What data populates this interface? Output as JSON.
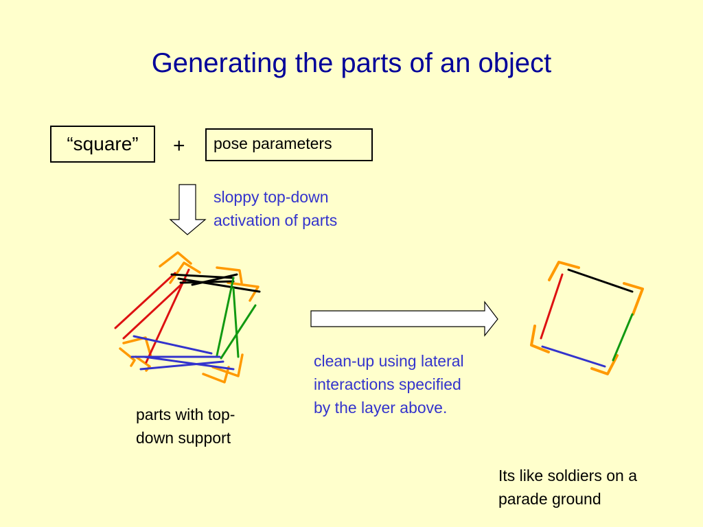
{
  "title": "Generating the parts of an object",
  "square_label": "“square”",
  "plus_sign": "+",
  "pose_label": "pose parameters",
  "sloppy_text": [
    "sloppy  top-down",
    "activation of parts"
  ],
  "cleanup_text": [
    "clean-up using lateral",
    "interactions specified",
    "by the layer above."
  ],
  "parts_text": [
    "parts with top-",
    "down support"
  ],
  "soldiers_text": [
    "Its like soldiers on a",
    "parade ground"
  ],
  "colors": {
    "background": "#FFFFCC",
    "title": "#000099",
    "annotation": "#3333CC",
    "corner": "#FF9900",
    "left_edge": "#DD1111",
    "top_edge": "#000000",
    "right_edge": "#119911",
    "bottom_edge": "#3333CC"
  }
}
